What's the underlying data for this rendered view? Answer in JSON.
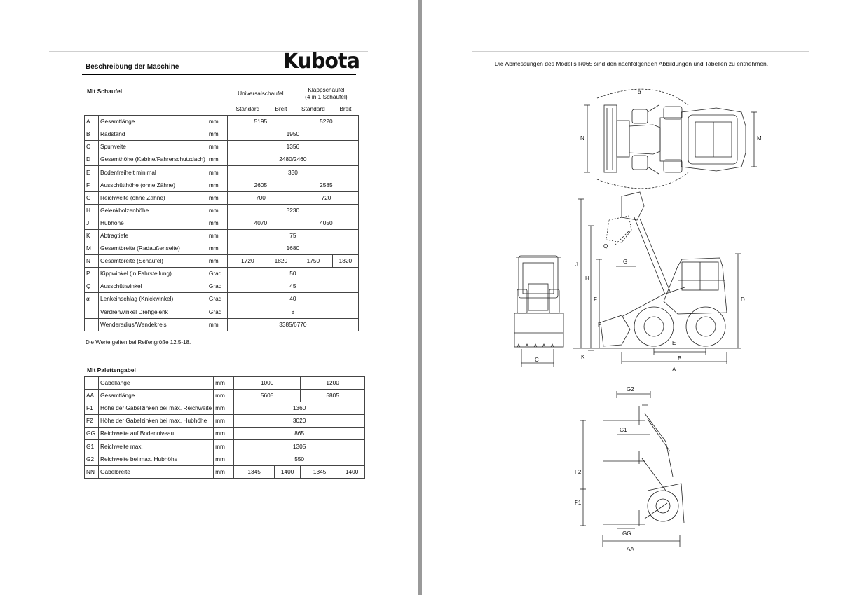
{
  "left_page": {
    "logo": "Kubota",
    "title": "Beschreibung der Maschine",
    "shovel_section": {
      "title": "Mit Schaufel",
      "group_headers": [
        {
          "label": "Universalschaufel"
        },
        {
          "label": "Klappschaufel\n(4 in 1 Schaufel)"
        }
      ],
      "sub_headers": [
        "Standard",
        "Breit",
        "Standard",
        "Breit"
      ],
      "rows": [
        {
          "code": "A",
          "name": "Gesamtlänge",
          "unit": "mm",
          "cells": [
            "5195",
            "5220"
          ]
        },
        {
          "code": "B",
          "name": "Radstand",
          "unit": "mm",
          "cells": [
            "1950"
          ]
        },
        {
          "code": "C",
          "name": "Spurweite",
          "unit": "mm",
          "cells": [
            "1356"
          ]
        },
        {
          "code": "D",
          "name": "Gesamthöhe (Kabine/Fahrerschutzdach)",
          "unit": "mm",
          "cells": [
            "2480/2460"
          ]
        },
        {
          "code": "E",
          "name": "Bodenfreiheit minimal",
          "unit": "mm",
          "cells": [
            "330"
          ]
        },
        {
          "code": "F",
          "name": "Ausschütthöhe (ohne Zähne)",
          "unit": "mm",
          "cells": [
            "2605",
            "2585"
          ]
        },
        {
          "code": "G",
          "name": "Reichweite (ohne Zähne)",
          "unit": "mm",
          "cells": [
            "700",
            "720"
          ]
        },
        {
          "code": "H",
          "name": "Gelenkbolzenhöhe",
          "unit": "mm",
          "cells": [
            "3230"
          ]
        },
        {
          "code": "J",
          "name": "Hubhöhe",
          "unit": "mm",
          "cells": [
            "4070",
            "4050"
          ]
        },
        {
          "code": "K",
          "name": "Abtragtiefe",
          "unit": "mm",
          "cells": [
            "75"
          ]
        },
        {
          "code": "M",
          "name": "Gesamtbreite (Radaußenseite)",
          "unit": "mm",
          "cells": [
            "1680"
          ]
        },
        {
          "code": "N",
          "name": "Gesamtbreite (Schaufel)",
          "unit": "mm",
          "cells": [
            "1720",
            "1820",
            "1750",
            "1820"
          ]
        },
        {
          "code": "P",
          "name": "Kippwinkel (in Fahrstellung)",
          "unit": "Grad",
          "cells": [
            "50"
          ]
        },
        {
          "code": "Q",
          "name": "Ausschüttwinkel",
          "unit": "Grad",
          "cells": [
            "45"
          ]
        },
        {
          "code": "α",
          "name": "Lenkeinschlag (Knickwinkel)",
          "unit": "Grad",
          "cells": [
            "40"
          ]
        },
        {
          "code": "",
          "name": "Verdrehwinkel Drehgelenk",
          "unit": "Grad",
          "cells": [
            "8"
          ]
        },
        {
          "code": "",
          "name": "Wenderadius/Wendekreis",
          "unit": "mm",
          "cells": [
            "3385/6770"
          ]
        }
      ]
    },
    "note": "Die Werte gelten bei Reifengröße 12.5-18.",
    "pallet_section": {
      "title": "Mit Palettengabel",
      "rows": [
        {
          "code": "",
          "name": "Gabellänge",
          "unit": "mm",
          "cells": [
            "1000",
            "1200"
          ]
        },
        {
          "code": "AA",
          "name": "Gesamtlänge",
          "unit": "mm",
          "cells": [
            "5605",
            "5805"
          ]
        },
        {
          "code": "F1",
          "name": "Höhe der Gabelzinken bei max. Reichweite",
          "unit": "mm",
          "cells": [
            "1360"
          ]
        },
        {
          "code": "F2",
          "name": "Höhe der Gabelzinken bei max. Hubhöhe",
          "unit": "mm",
          "cells": [
            "3020"
          ]
        },
        {
          "code": "GG",
          "name": "Reichweite auf Bodenniveau",
          "unit": "mm",
          "cells": [
            "865"
          ]
        },
        {
          "code": "G1",
          "name": "Reichweite max.",
          "unit": "mm",
          "cells": [
            "1305"
          ]
        },
        {
          "code": "G2",
          "name": "Reichweite bei max. Hubhöhe",
          "unit": "mm",
          "cells": [
            "550"
          ]
        },
        {
          "code": "NN",
          "name": "Gabelbreite",
          "unit": "mm",
          "cells": [
            "1345",
            "1400",
            "1345",
            "1400"
          ]
        }
      ]
    }
  },
  "right_page": {
    "caption": "Die Abmessungen des Modells R065 sind den nachfolgenden Abbildungen und Tabellen zu entnehmen.",
    "top_view_labels": [
      "N",
      "M",
      "α"
    ],
    "side_view_labels": [
      "J",
      "H",
      "F",
      "Q",
      "G",
      "P",
      "E",
      "K",
      "D",
      "C",
      "B",
      "A"
    ],
    "fork_view_labels": [
      "G2",
      "G1",
      "F2",
      "F1",
      "GG",
      "AA"
    ]
  }
}
